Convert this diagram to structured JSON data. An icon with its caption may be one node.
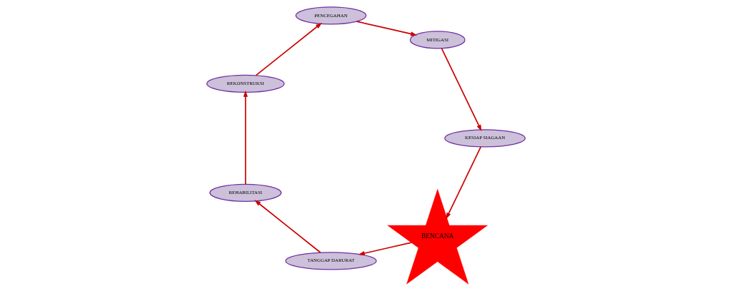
{
  "diagram": {
    "nodes": [
      {
        "text": [
          "BENCANA"
        ]
      },
      {
        "text": [
          "TANGGAP DARURAT"
        ]
      },
      {
        "text": [
          "REHABILITASI"
        ]
      },
      {
        "text": [
          "REKONSTRUKSI"
        ]
      },
      {
        "text": [
          "PENCEGAHAN"
        ]
      },
      {
        "text": [
          "MITIGASI"
        ]
      },
      {
        "text": [
          "KESIAP SIAGAAN"
        ]
      }
    ],
    "edges": [
      {
        "from": 0,
        "to": 1,
        "arrow": "to"
      },
      {
        "from": 1,
        "to": 2,
        "arrow": "to"
      },
      {
        "from": 2,
        "to": 3,
        "arrow": "to"
      },
      {
        "from": 3,
        "to": 4,
        "arrow": "to"
      },
      {
        "from": 4,
        "to": 5,
        "arrow": "to"
      },
      {
        "from": 5,
        "to": 6,
        "arrow": "to"
      },
      {
        "from": 6,
        "to": 0,
        "arrow": "to"
      }
    ]
  }
}
